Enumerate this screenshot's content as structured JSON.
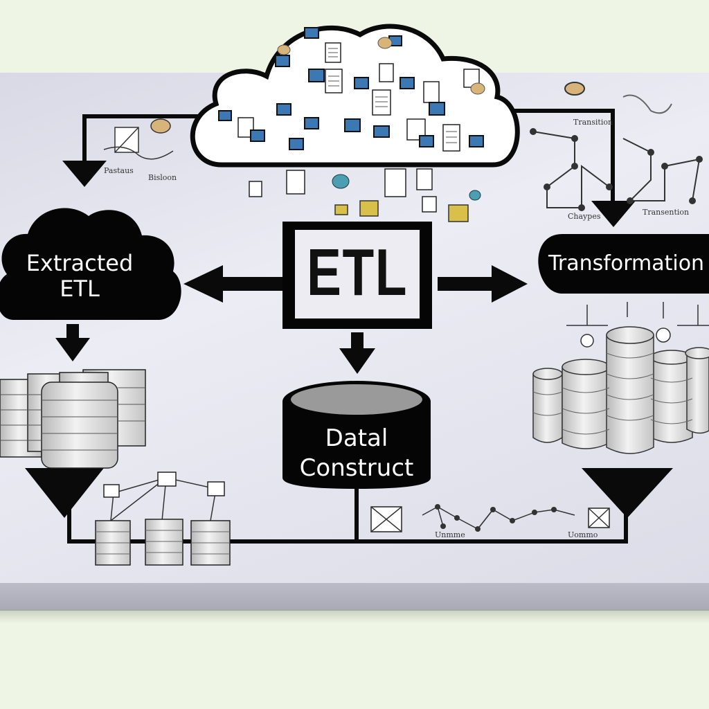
{
  "nodes": {
    "extracted": "Extracted\nETL",
    "etl": "ETL",
    "transformation": "Transformation",
    "database": "Datal\nConstruct"
  },
  "scribble_labels": {
    "left_1": "Pastaus",
    "left_2": "Bisloon",
    "right_top": "Transition",
    "right_2": "Chaypes",
    "right_3": "Transention",
    "bottom_1": "Unmme",
    "bottom_2": "Uommo"
  },
  "colors": {
    "node_fill": "#050505",
    "board": "#e4e4ee",
    "background": "#eef5e4",
    "screen_blue": "#3c78b4",
    "folder_yellow": "#d8c04a",
    "teal": "#4aa0b0"
  },
  "icons": [
    "cloud-icon",
    "database-cylinder-icon",
    "server-stack-icon",
    "monitor-icon",
    "document-icon",
    "network-graph-icon",
    "arrow-icon"
  ]
}
